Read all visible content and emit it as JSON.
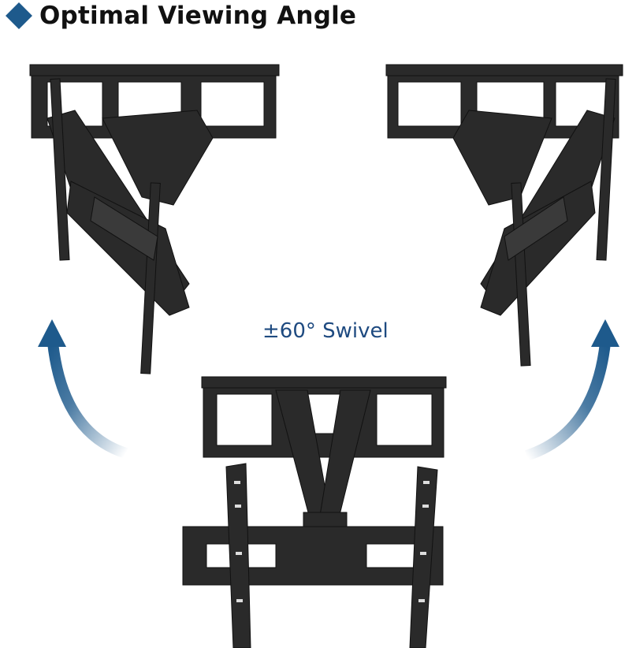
{
  "header": {
    "title": "Optimal Viewing Angle",
    "bullet_icon": "diamond-icon",
    "bullet_color": "#1e5a8c"
  },
  "caption": {
    "text": "±60° Swivel",
    "color": "#1e4a80"
  },
  "images": [
    {
      "name": "mount-swiveled-left"
    },
    {
      "name": "mount-swiveled-right"
    },
    {
      "name": "mount-front-view"
    }
  ],
  "arrows": [
    {
      "name": "left-arc-arrow"
    },
    {
      "name": "right-arc-arrow"
    }
  ]
}
